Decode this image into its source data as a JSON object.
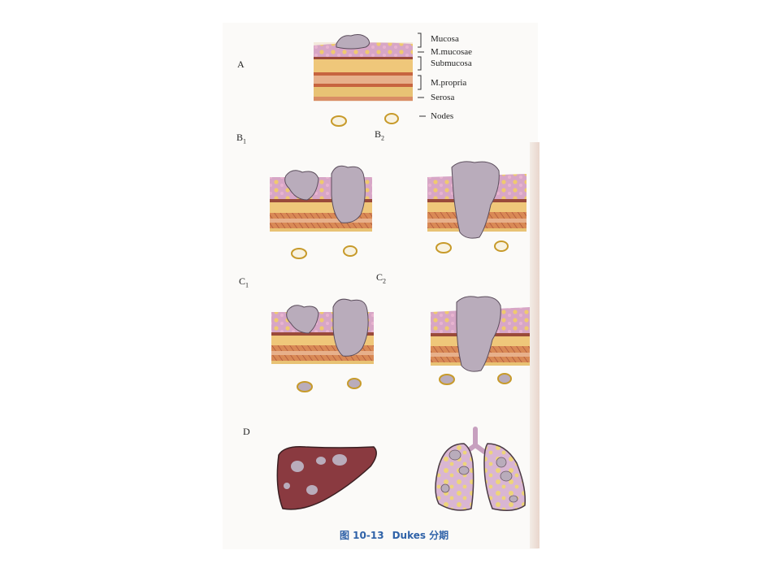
{
  "panels": {
    "a": "A",
    "b1": "B",
    "b1_sub": "1",
    "b2": "B",
    "b2_sub": "2",
    "c1": "C",
    "c1_sub": "1",
    "c2": "C",
    "c2_sub": "2",
    "d": "D"
  },
  "layers": {
    "mucosa": "Mucosa",
    "m_mucosae": "M.mucosae",
    "submucosa": "Submucosa",
    "m_propria": "M.propria",
    "serosa": "Serosa",
    "nodes": "Nodes"
  },
  "caption": {
    "figure_no": "图 10-13",
    "title": "Dukes 分期"
  },
  "colors": {
    "mucosa": "#d7a2c4",
    "muscle_band": "#cc6f45",
    "fat_yellow": "#f2d27a",
    "tumor": "#b7a9b9",
    "liver": "#8a3a40",
    "caption": "#2f62a8"
  }
}
